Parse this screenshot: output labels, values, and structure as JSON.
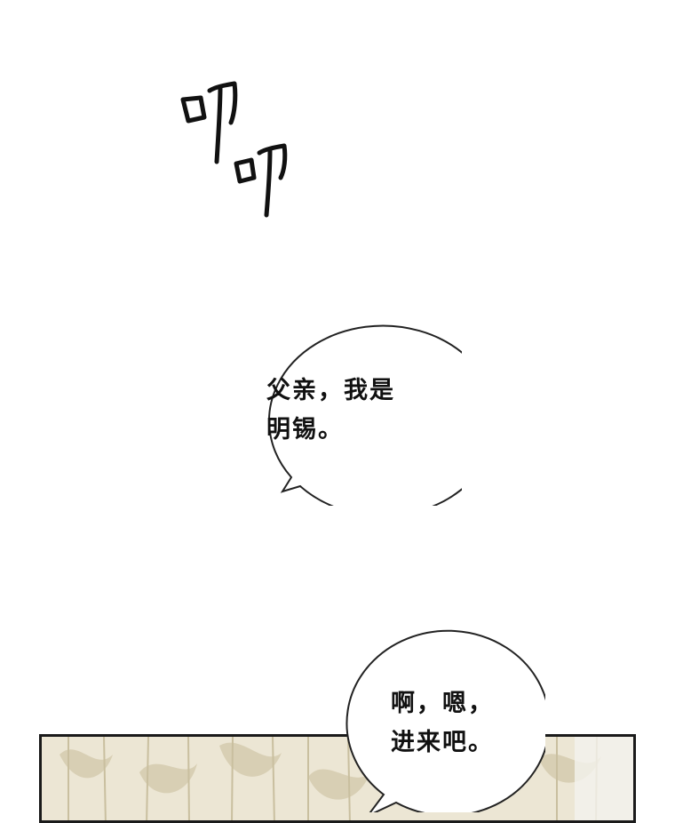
{
  "sfx": {
    "text": "叩叩"
  },
  "bubbles": [
    {
      "lines": [
        "父亲，我是",
        "明锡。"
      ]
    },
    {
      "lines": [
        "啊，嗯，",
        "进来吧。"
      ]
    }
  ]
}
